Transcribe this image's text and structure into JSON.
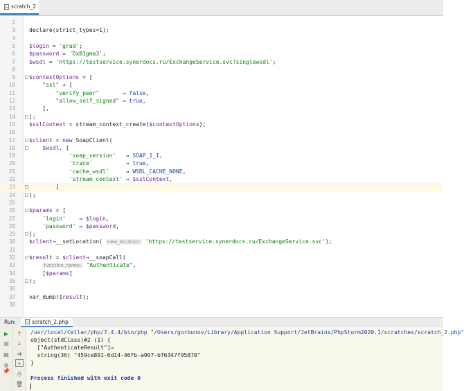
{
  "editor": {
    "tab_label": "scratch_2",
    "lines": [
      {
        "num": "2",
        "text": ""
      },
      {
        "num": "3",
        "text": "declare(strict_types=1);"
      },
      {
        "num": "4",
        "text": ""
      },
      {
        "num": "5",
        "text": "$login = 'grad';"
      },
      {
        "num": "6",
        "text": "$password = 'DxB1gma3';"
      },
      {
        "num": "7",
        "text": "$wsdl = 'https://testservice.synerdocs.ru/ExchangeService.svc?singlewsdl';"
      },
      {
        "num": "8",
        "text": ""
      },
      {
        "num": "9",
        "text": "$contextOptions = ["
      },
      {
        "num": "10",
        "text": "    \"ssl\" ⇒ ["
      },
      {
        "num": "11",
        "text": "        \"verify_peer\"       ⇒ false,"
      },
      {
        "num": "12",
        "text": "        \"allow_self_signed\" ⇒ true,"
      },
      {
        "num": "13",
        "text": "    ],"
      },
      {
        "num": "14",
        "text": "];"
      },
      {
        "num": "15",
        "text": "$sslContext = stream_context_create($contextOptions);"
      },
      {
        "num": "16",
        "text": ""
      },
      {
        "num": "17",
        "text": "$client = new SoapClient("
      },
      {
        "num": "18",
        "text": "    $wsdl, ["
      },
      {
        "num": "19",
        "text": "            'soap_version'   ⇒ SOAP_1_1,"
      },
      {
        "num": "20",
        "text": "            'trace'          ⇒ true,"
      },
      {
        "num": "21",
        "text": "            'cache_wsdl'     ⇒ WSDL_CACHE_NONE,"
      },
      {
        "num": "22",
        "text": "            'stream_context' ⇒ $sslContext,"
      },
      {
        "num": "23",
        "text": "        ]"
      },
      {
        "num": "24",
        "text": ");"
      },
      {
        "num": "25",
        "text": ""
      },
      {
        "num": "26",
        "text": "$params = ["
      },
      {
        "num": "27",
        "text": "    'login'    ⇒ $login,"
      },
      {
        "num": "28",
        "text": "    'password' ⇒ $password,"
      },
      {
        "num": "29",
        "text": "];"
      },
      {
        "num": "30",
        "text": "$client→__setLocation( new_location: 'https://testservice.synerdocs.ru/ExchangeService.svc');"
      },
      {
        "num": "31",
        "text": ""
      },
      {
        "num": "32",
        "text": "$result = $client→__soapCall("
      },
      {
        "num": "33",
        "text": "    function_name: \"Authenticate\","
      },
      {
        "num": "34",
        "text": "    [$params]"
      },
      {
        "num": "35",
        "text": ");"
      },
      {
        "num": "36",
        "text": ""
      },
      {
        "num": "37",
        "text": "var_dump($result);"
      },
      {
        "num": "38",
        "text": ""
      }
    ]
  },
  "run_panel": {
    "label": "Run:",
    "tab_label": "scratch_2.php",
    "output": [
      "/usr/local/Cellar/php/7.4.4/bin/php \"/Users/gorbunov/Library/Application Support/JetBrains/PhpStorm2020.1/scratches/scratch_2.php\"",
      "object(stdClass)#2 (1) {",
      "  [\"AuthenticateResult\"]⇒",
      "  string(36) \"459ce891-6d14-46fb-a907-bf6347f95870\"",
      "}",
      "",
      "Process finished with exit code 0"
    ]
  },
  "colors": {
    "accent": "#4a88c7",
    "variable": "#6a1f8f",
    "string": "#0a7a0a",
    "keyword": "#1f3aa6",
    "console_bg": "#f9f8ed",
    "current_line": "#fcfae4"
  }
}
